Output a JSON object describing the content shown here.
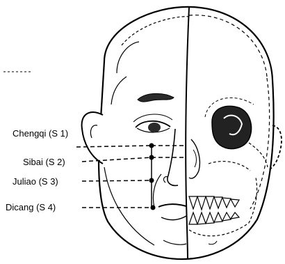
{
  "points": [
    {
      "id": "chengqi",
      "label": "Chengqi (S 1)"
    },
    {
      "id": "sibai",
      "label": "Sibai (S 2)"
    },
    {
      "id": "juliao",
      "label": "Juliao (S 3)"
    },
    {
      "id": "dicang",
      "label": "Dicang (S 4)"
    }
  ],
  "colors": {
    "ink": "#000000",
    "paper": "#ffffff",
    "eye_shadow": "#2a2a2a"
  }
}
